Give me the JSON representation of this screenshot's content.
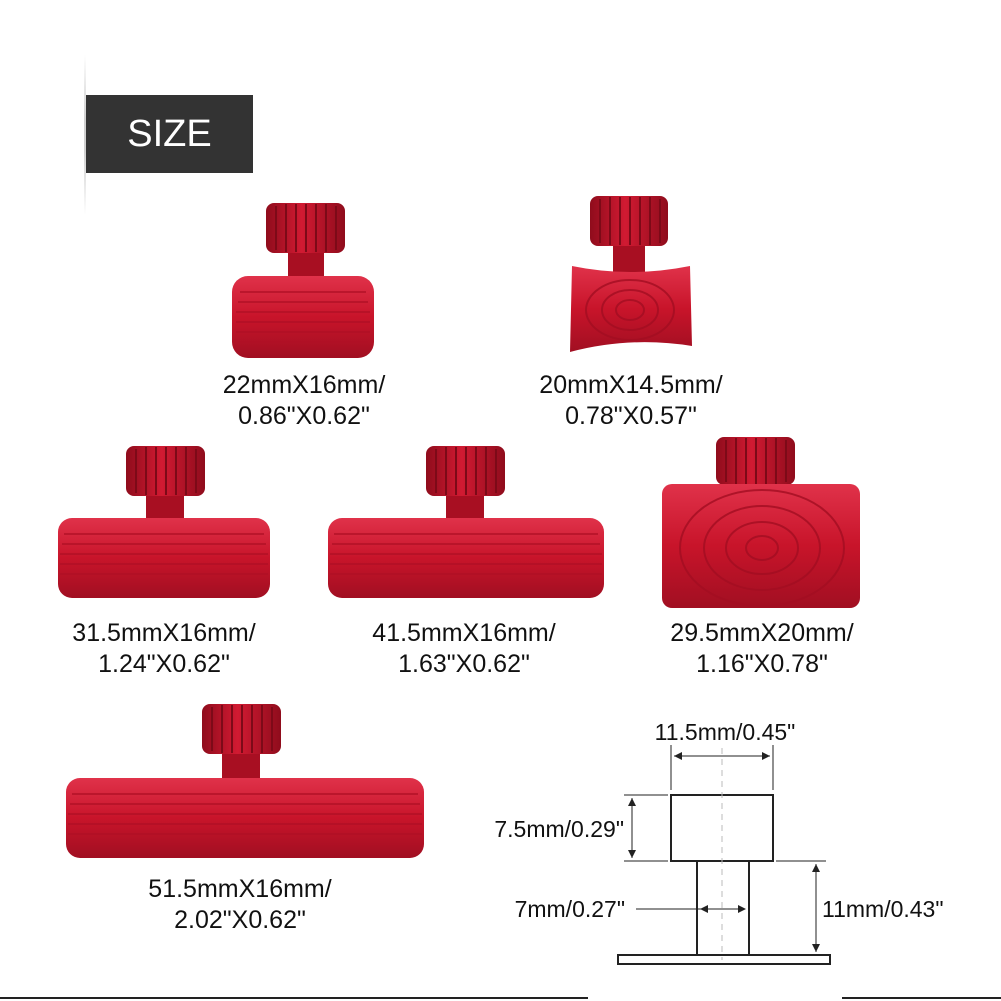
{
  "badge": {
    "label": "SIZE"
  },
  "tabs": [
    {
      "name": "tab-22x16",
      "caption_line1": "22mmX16mm/",
      "caption_line2": "0.86\"X0.62\"",
      "face": "ribbed"
    },
    {
      "name": "tab-20x14-5",
      "caption_line1": "20mmX14.5mm/",
      "caption_line2": "0.78\"X0.57\"",
      "face": "rings"
    },
    {
      "name": "tab-31-5x16",
      "caption_line1": "31.5mmX16mm/",
      "caption_line2": "1.24\"X0.62\"",
      "face": "ribbed"
    },
    {
      "name": "tab-41-5x16",
      "caption_line1": "41.5mmX16mm/",
      "caption_line2": "1.63\"X0.62\"",
      "face": "ribbed"
    },
    {
      "name": "tab-29-5x20",
      "caption_line1": "29.5mmX20mm/",
      "caption_line2": "1.16\"X0.78\"",
      "face": "rings"
    },
    {
      "name": "tab-51-5x16",
      "caption_line1": "51.5mmX16mm/",
      "caption_line2": "2.02\"X0.62\"",
      "face": "ribbed"
    }
  ],
  "diagram": {
    "head_width": "11.5mm/0.45\"",
    "head_height": "7.5mm/0.29\"",
    "stem_width": "7mm/0.27\"",
    "total_height": "11mm/0.43\""
  },
  "colors": {
    "tab_red": "#c8142a",
    "tab_dark": "#9e0f20",
    "tab_light": "#e0324a",
    "badge_bg": "#333333"
  }
}
